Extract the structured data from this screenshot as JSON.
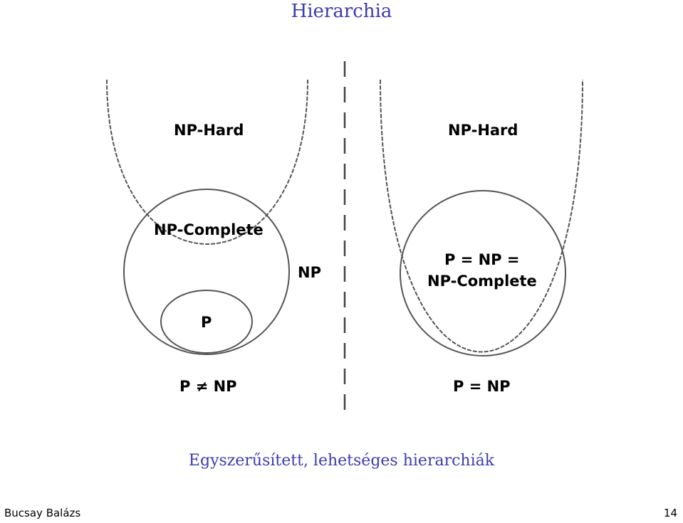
{
  "slide": {
    "title": "Hierarchia",
    "caption": "Egyszerűsített, lehetséges hierarchiák",
    "author": "Bucsay Balázs",
    "page_number": "14"
  },
  "diagram": {
    "left": {
      "np_hard": "NP-Hard",
      "np_complete": "NP-Complete",
      "np": "NP",
      "p": "P",
      "relation": "P ≠ NP"
    },
    "right": {
      "np_hard": "NP-Hard",
      "merged_line1": "P = NP =",
      "merged_line2": "NP-Complete",
      "relation": "P = NP"
    }
  },
  "colors": {
    "title": "#3b3bb3",
    "lines": "#555555"
  }
}
